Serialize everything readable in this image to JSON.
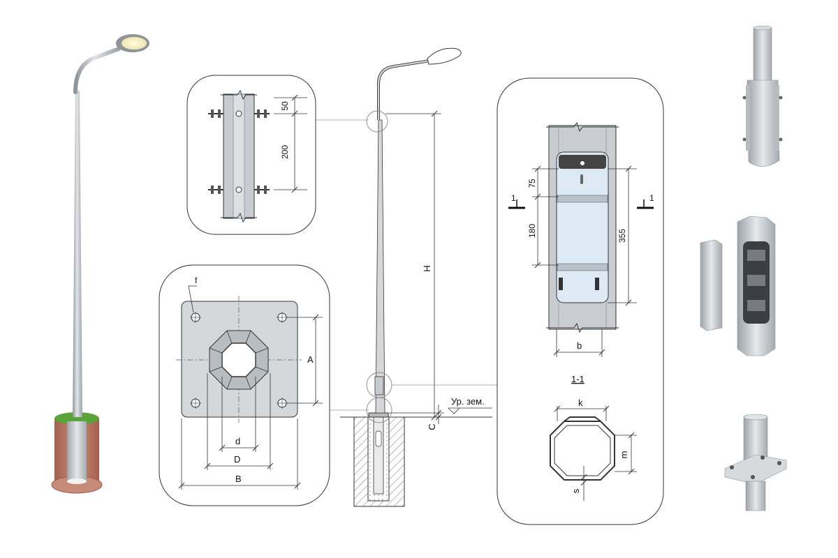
{
  "detail_top": {
    "dim_50": "50",
    "dim_200": "200"
  },
  "detail_flange": {
    "label_f": "f",
    "label_A": "A",
    "label_d": "d",
    "label_D": "D",
    "label_B": "B"
  },
  "pole_elevation": {
    "label_H": "H",
    "label_C": "C",
    "ground_level": "Ур. зем."
  },
  "detail_hatch": {
    "dim_75": "75",
    "dim_180": "180",
    "dim_355": "355",
    "label_b": "b",
    "section_mark_left": "1",
    "section_mark_right": "1"
  },
  "section_1_1": {
    "title": "1-1",
    "label_k": "k",
    "label_m": "m",
    "label_s": "s"
  },
  "colors": {
    "line": "#1a1a1a",
    "metal": "#c9cdd1",
    "metal_dark": "#8e949a",
    "glass": "#dde9f5",
    "frame": "#9aa0a6",
    "soil": "#b87564",
    "grass": "#5aa33a"
  }
}
